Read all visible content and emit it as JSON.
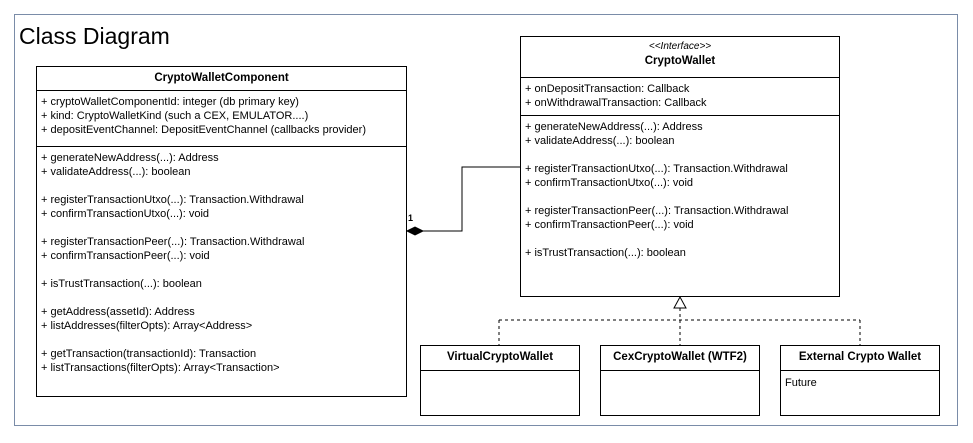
{
  "diagram_title": "Class Diagram",
  "component": {
    "name": "CryptoWalletComponent",
    "attributes": [
      "+ cryptoWalletComponentId: integer (db primary key)",
      "+ kind: CryptoWalletKind (such a CEX, EMULATOR....)",
      "+ depositEventChannel: DepositEventChannel (callbacks provider)"
    ],
    "methods": [
      [
        "+ generateNewAddress(...): Address",
        "+ validateAddress(...): boolean"
      ],
      [
        "+ registerTransactionUtxo(...): Transaction.Withdrawal",
        "+ confirmTransactionUtxo(...): void"
      ],
      [
        "+ registerTransactionPeer(...): Transaction.Withdrawal",
        "+ confirmTransactionPeer(...): void"
      ],
      [
        "+ isTrustTransaction(...): boolean"
      ],
      [
        "+ getAddress(assetId): Address",
        "+ listAddresses(filterOpts): Array<Address>"
      ],
      [
        "+ getTransaction(transactionId): Transaction",
        "+ listTransactions(filterOpts): Array<Transaction>"
      ]
    ]
  },
  "interface": {
    "stereotype": "<<Interface>>",
    "name": "CryptoWallet",
    "attributes": [
      "+ onDepositTransaction: Callback",
      "+ onWithdrawalTransaction: Callback"
    ],
    "methods": [
      [
        "+ generateNewAddress(...): Address",
        "+ validateAddress(...): boolean"
      ],
      [
        "+ registerTransactionUtxo(...): Transaction.Withdrawal",
        "+ confirmTransactionUtxo(...): void"
      ],
      [
        "+ registerTransactionPeer(...): Transaction.Withdrawal",
        "+ confirmTransactionPeer(...): void"
      ],
      [
        "+ isTrustTransaction(...): boolean"
      ]
    ]
  },
  "implementations": [
    {
      "name": "VirtualCryptoWallet",
      "body": ""
    },
    {
      "name": "CexCryptoWallet (WTF2)",
      "body": ""
    },
    {
      "name": "External Crypto Wallet",
      "body": "Future"
    }
  ],
  "multiplicity": "1",
  "colors": {
    "frame": "#7a8ca8",
    "line": "#000000",
    "background": "#ffffff"
  }
}
